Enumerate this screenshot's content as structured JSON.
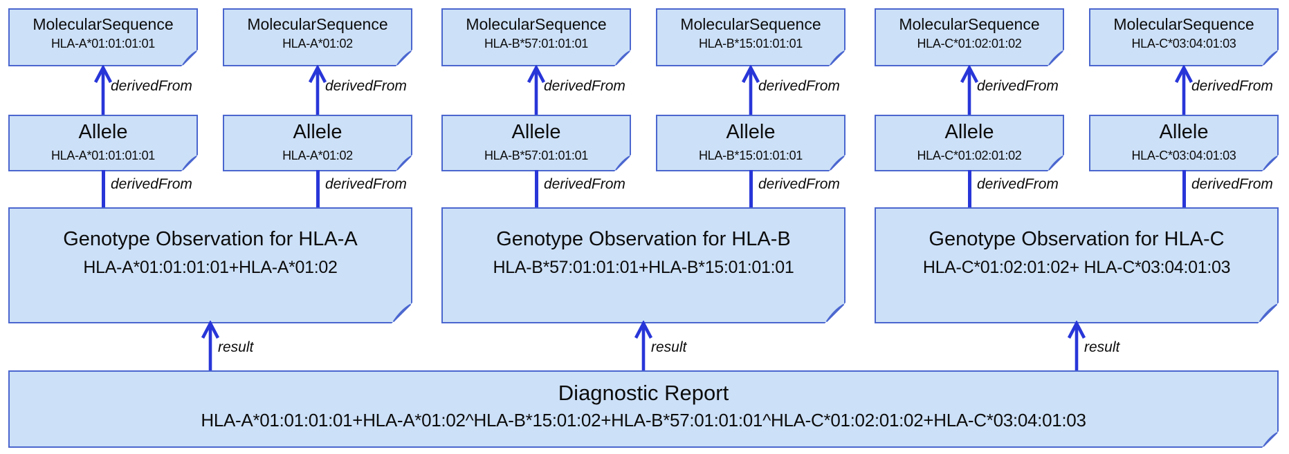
{
  "diagram": {
    "edge_labels": {
      "derived_from": "derivedFrom",
      "result": "result"
    },
    "groups": [
      {
        "columns": [
          {
            "molecular_sequence": {
              "title": "MolecularSequence",
              "id": "HLA-A*01:01:01:01"
            },
            "allele": {
              "title": "Allele",
              "id": "HLA-A*01:01:01:01"
            }
          },
          {
            "molecular_sequence": {
              "title": "MolecularSequence",
              "id": "HLA-A*01:02"
            },
            "allele": {
              "title": "Allele",
              "id": "HLA-A*01:02"
            }
          }
        ],
        "genotype_observation": {
          "title": "Genotype Observation for HLA-A",
          "value": "HLA-A*01:01:01:01+HLA-A*01:02"
        }
      },
      {
        "columns": [
          {
            "molecular_sequence": {
              "title": "MolecularSequence",
              "id": "HLA-B*57:01:01:01"
            },
            "allele": {
              "title": "Allele",
              "id": "HLA-B*57:01:01:01"
            }
          },
          {
            "molecular_sequence": {
              "title": "MolecularSequence",
              "id": "HLA-B*15:01:01:01"
            },
            "allele": {
              "title": "Allele",
              "id": "HLA-B*15:01:01:01"
            }
          }
        ],
        "genotype_observation": {
          "title": "Genotype Observation for HLA-B",
          "value": "HLA-B*57:01:01:01+HLA-B*15:01:01:01"
        }
      },
      {
        "columns": [
          {
            "molecular_sequence": {
              "title": "MolecularSequence",
              "id": "HLA-C*01:02:01:02"
            },
            "allele": {
              "title": "Allele",
              "id": "HLA-C*01:02:01:02"
            }
          },
          {
            "molecular_sequence": {
              "title": "MolecularSequence",
              "id": "HLA-C*03:04:01:03"
            },
            "allele": {
              "title": "Allele",
              "id": "HLA-C*03:04:01:03"
            }
          }
        ],
        "genotype_observation": {
          "title": "Genotype Observation for HLA-C",
          "value": "HLA-C*01:02:01:02+ HLA-C*03:04:01:03"
        }
      }
    ],
    "diagnostic_report": {
      "title": "Diagnostic Report",
      "value": "HLA-A*01:01:01:01+HLA-A*01:02^HLA-B*15:01:02+HLA-B*57:01:01:01^HLA-C*01:02:01:02+HLA-C*03:04:01:03"
    },
    "colors": {
      "node_fill": "#cce0f7",
      "node_border": "#4a66cf",
      "arrow": "#2836d8",
      "fold": "#9fabc6",
      "text": "#0c0c0c"
    }
  }
}
